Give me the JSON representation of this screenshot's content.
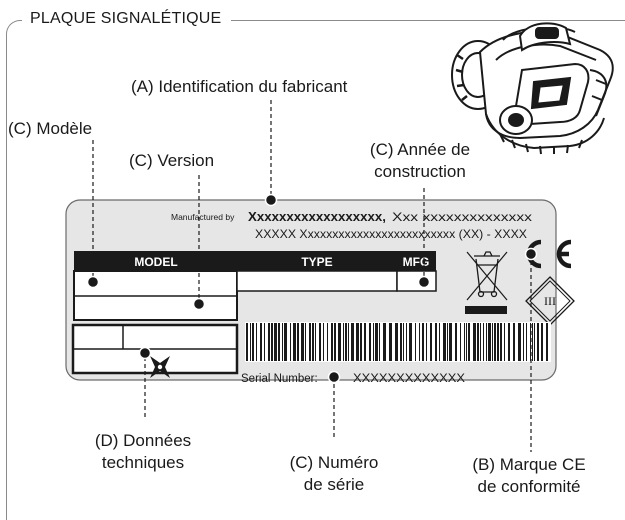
{
  "section_title": "PLAQUE SIGNALÉTIQUE",
  "callouts": {
    "manufacturer": "(A) Identification du fabricant",
    "model": "(C) Modèle",
    "version": "(C) Version",
    "year_line1": "(C) Année de",
    "year_line2": "construction",
    "tech_line1": "(D) Données",
    "tech_line2": "techniques",
    "serial_line1": "(C) Numéro",
    "serial_line2": "de série",
    "ce_line1": "(B) Marque CE",
    "ce_line2": "de conformité"
  },
  "plate": {
    "manufactured_by": "Manufactured by",
    "manufacturer_name": "Xxxxxxxxxxxxxxxxxx,",
    "address_line1_tail": "Xxx xxxxxxxxxxxxxx",
    "address_line2": "XXXXX Xxxxxxxxxxxxxxxxxxxxxxxxx (XX) - XXXX",
    "header_model": "MODEL",
    "header_type": "TYPE",
    "header_mfg": "MFG",
    "serial_label": "Serial Number:",
    "serial_value": "XXXXXXXXXXXXX",
    "ce_mark": "CE",
    "class_mark": "III"
  },
  "colors": {
    "plate_fill": "#e6e6e6",
    "ink": "#1a1a1a",
    "frame": "#8a8a8a"
  }
}
